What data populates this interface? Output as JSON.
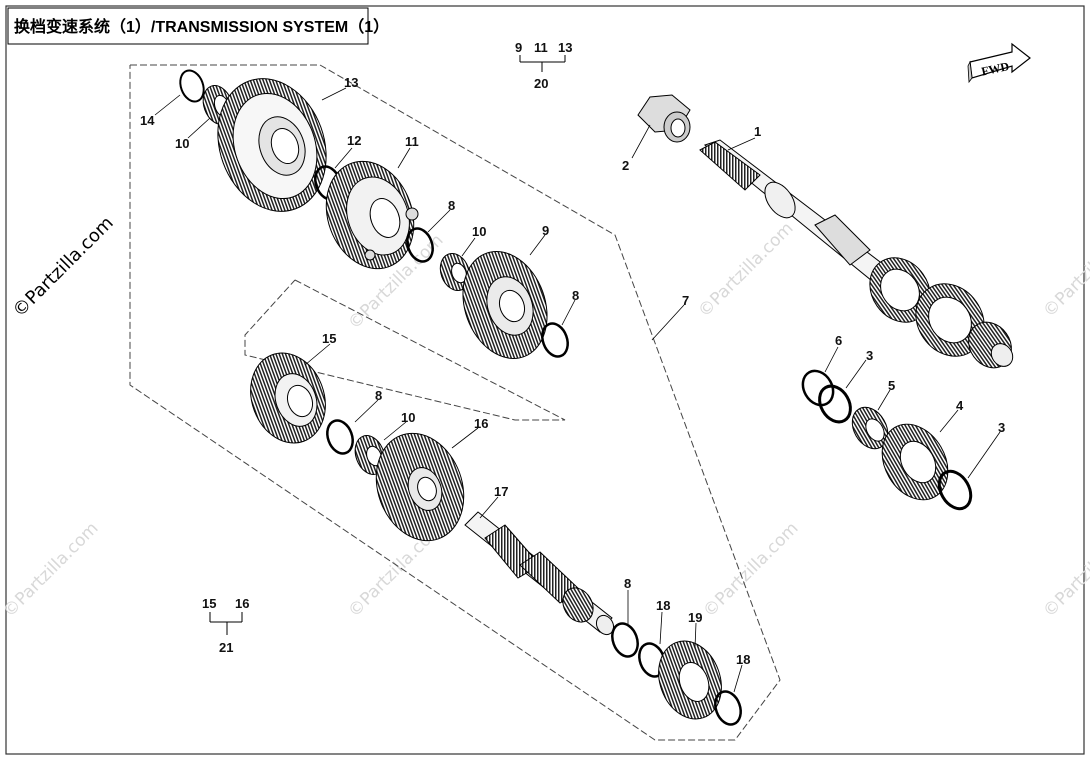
{
  "title": "换档变速系统（1）/TRANSMISSION SYSTEM（1）",
  "direction_label": "FWD",
  "watermark": "©Partzilla.com",
  "callouts": {
    "c1": "1",
    "c2": "2",
    "c3a": "3",
    "c3b": "3",
    "c4": "4",
    "c5": "5",
    "c6": "6",
    "c7": "7",
    "c8a": "8",
    "c8b": "8",
    "c8c": "8",
    "c8d": "8",
    "c9": "9",
    "c10a": "10",
    "c10b": "10",
    "c10c": "10",
    "c11": "11",
    "c12": "12",
    "c13": "13",
    "c14": "14",
    "c15": "15",
    "c16": "16",
    "c17": "17",
    "c18a": "18",
    "c18b": "18",
    "c19": "19"
  },
  "assemblies": {
    "a20": {
      "parts": [
        "9",
        "11",
        "13"
      ],
      "label": "20"
    },
    "a21": {
      "parts": [
        "15",
        "16"
      ],
      "label": "21"
    }
  }
}
